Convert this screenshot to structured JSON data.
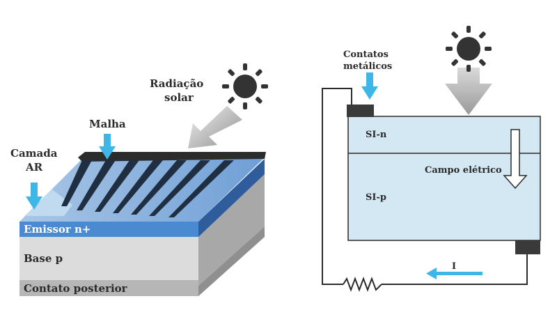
{
  "left_diagram": {
    "labels": {
      "radiation_line1": "Radiação",
      "radiation_line2": "solar",
      "mesh": "Malha",
      "ar_line1": "Camada",
      "ar_line2": "AR",
      "emitter": "Emissor n+",
      "base": "Base p",
      "back_contact": "Contato posterior"
    },
    "mesh_finger_count": 7
  },
  "right_diagram": {
    "labels": {
      "contacts_line1": "Contatos",
      "contacts_line2": "metálicos",
      "si_n": "SI-n",
      "si_p": "SI-p",
      "field": "Campo elétrico",
      "current": "I"
    }
  },
  "icons": [
    "sun-icon",
    "sun-icon",
    "arrow-down-icon",
    "resistor-icon"
  ],
  "colors": {
    "accent_cyan": "#3fb6e8",
    "emitter_blue": "#4a8ad0",
    "cell_fill": "#d4e8f4",
    "cell_stroke": "#2a2a2a",
    "contact_dark": "#3a3a3a",
    "base_gray": "#d8d8d8",
    "side_gray": "#a9a9a9"
  }
}
